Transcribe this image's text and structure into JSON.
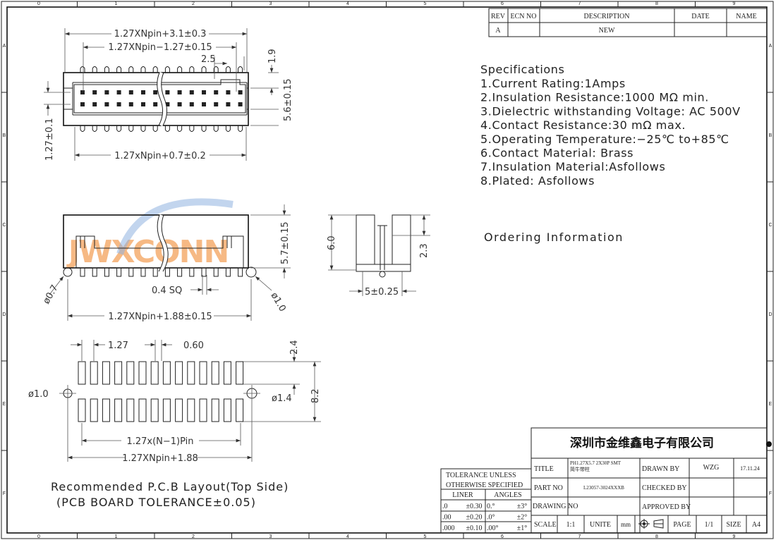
{
  "frame": {
    "columns": [
      "0",
      "1",
      "2",
      "3",
      "4",
      "5",
      "6",
      "7",
      "8",
      "9"
    ],
    "rows": [
      "A",
      "B",
      "C",
      "D",
      "E",
      "F"
    ]
  },
  "revision_table": {
    "headers": [
      "REV",
      "ECN NO",
      "DESCRIPTION",
      "DATE",
      "NAME"
    ],
    "row": [
      "A",
      "",
      "NEW",
      "",
      ""
    ]
  },
  "specifications": {
    "title": "Specifications",
    "items": [
      "1.Current  Rating:1Amps",
      "2.Insulation  Resistance:1000  MΩ  min.",
      "3.Dielectric  withstanding  Voltage:  AC  500V",
      "4.Contact  Resistance:30  mΩ  max.",
      "5.Operating  Temperature:−25℃  to+85℃",
      "6.Contact  Material:  Brass",
      "7.Insulation  Material:Asfollows",
      "8.Plated:  Asfollows"
    ]
  },
  "ordering_information": "Ordering Information",
  "top_view": {
    "dims": [
      "1.27XNpin+3.1±0.3",
      "1.27XNpin−1.27±0.15",
      "2.5",
      "1.9",
      "5.6±0.15",
      "1.27±0.1",
      "1.27xNpin+0.7±0.2"
    ]
  },
  "side_view": {
    "dims": [
      "5.7±0.15",
      "ø0.7",
      "ø1.0",
      "0.4  SQ",
      "1.27XNpin+1.88±0.15"
    ],
    "watermark": "JWXCONN"
  },
  "end_view": {
    "dims": [
      "6.0",
      "2.3",
      "5±0.25"
    ]
  },
  "pcb_layout": {
    "dims": [
      "1.27",
      "0.60",
      "2.4",
      "8.2",
      "ø1.0",
      "ø1.4",
      "1.27x(N−1)Pin",
      "1.27XNpin+1.88"
    ],
    "caption": "Recommended  P.C.B  Layout(Top  Side)",
    "tolerance_note": "(PCB  BOARD  TOLERANCE±0.05)"
  },
  "tolerance_table": {
    "title1": "TOLERANCE UNLESS",
    "title2": "OTHERWISE SPECIFIED",
    "liner": "LINER",
    "angles": "ANGLES",
    "rows": [
      [
        ".0",
        "±0.30",
        "0.°",
        "±3°"
      ],
      [
        ".00",
        "±0.20",
        ".0°",
        "±2°"
      ],
      [
        ".000",
        "±0.10",
        ".00°",
        "±1°"
      ]
    ]
  },
  "title_block": {
    "company": "深圳市金维鑫电子有限公司",
    "title_label": "TITLE",
    "title_value_1": "PH1.27X5.7 2X30P SMT",
    "title_value_2": "简牛带柱",
    "part_no_label": "PART NO",
    "part_no": "L23057-3024XXXB",
    "drawing_no_label": "DRAWING NO",
    "drawing_no": "",
    "drawn_by_label": "DRAWN BY",
    "drawn_by": "WZG",
    "date": "17.11.24",
    "checked_by_label": "CHECKED BY",
    "approved_by_label": "APPROVED BY",
    "scale_label": "SCALE",
    "scale": "1:1",
    "unit_label": "UNITE",
    "unit": "mm",
    "page_label": "PAGE",
    "page": "1/1",
    "size_label": "SIZE",
    "size": "A4"
  }
}
